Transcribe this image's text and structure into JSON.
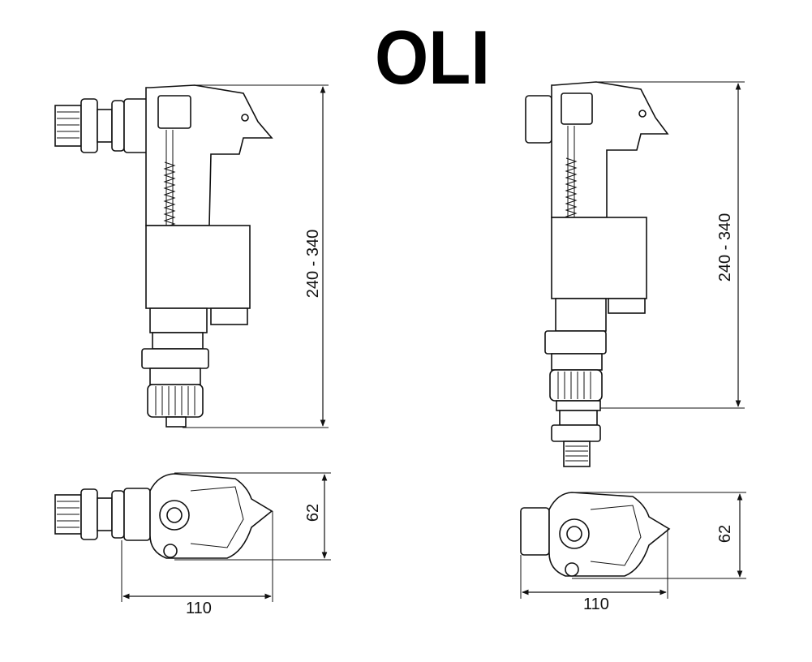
{
  "logo": {
    "text": "OLI"
  },
  "colors": {
    "ink": "#111111",
    "background": "#ffffff"
  },
  "views": {
    "left_valve": {
      "height_label": "240 - 340",
      "depth_label": "62",
      "width_label": "110"
    },
    "right_valve": {
      "height_label": "240 - 340",
      "depth_label": "62",
      "width_label": "110"
    }
  }
}
